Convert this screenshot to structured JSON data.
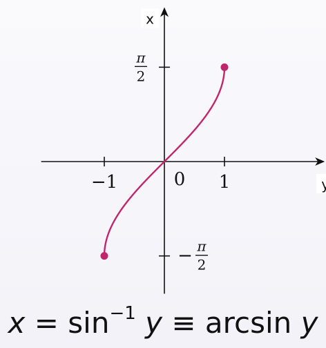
{
  "chart_data": {
    "type": "line",
    "xlabel": "y",
    "ylabel": "x",
    "xlim": [
      -2.05,
      2.6
    ],
    "ylim": [
      -2.2,
      2.5
    ],
    "x_tick_labels": [
      {
        "value": -1,
        "label": "−1"
      },
      {
        "value": 1,
        "label": "1"
      }
    ],
    "origin_label": "0",
    "y_tick_labels": [
      {
        "value": 1.5708,
        "numerator": "π",
        "denominator": "2",
        "sign": ""
      },
      {
        "value": -1.5708,
        "numerator": "π",
        "denominator": "2",
        "sign": "−"
      }
    ],
    "series": [
      {
        "function": "arcsin",
        "domain": [
          -1,
          1
        ],
        "endpoints": [
          [
            -1,
            -1.5708
          ],
          [
            1,
            1.5708
          ]
        ]
      }
    ],
    "colors": {
      "curve": "#c0266b",
      "axes": "#111111"
    }
  },
  "formula": {
    "lhs": "x",
    "eq": " = ",
    "fn": "sin",
    "exp": "−1",
    "arg1": "y",
    "equiv": " ≡ ",
    "fn2": "arcsin ",
    "arg2": "y"
  }
}
